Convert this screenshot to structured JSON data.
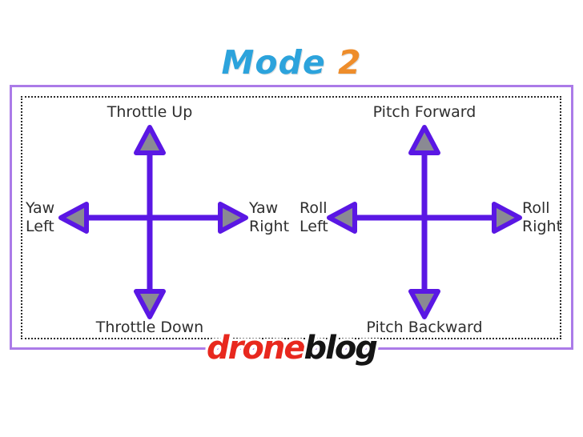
{
  "title": {
    "word": "Mode",
    "number": "2"
  },
  "sticks": [
    {
      "name": "left-stick",
      "up": "Throttle Up",
      "down": "Throttle Down",
      "left_line1": "Yaw",
      "left_line2": "Left",
      "right_line1": "Yaw",
      "right_line2": "Right"
    },
    {
      "name": "right-stick",
      "up": "Pitch Forward",
      "down": "Pitch Backward",
      "left_line1": "Roll",
      "left_line2": "Left",
      "right_line1": "Roll",
      "right_line2": "Right"
    }
  ],
  "logo": {
    "part1": "drone",
    "part2": "blog"
  },
  "colors": {
    "title_word": "#2ca3dc",
    "title_number": "#ee8d2b",
    "frame_border": "#ab7be8",
    "arrow": "#5a17e4",
    "arrowhead_fill": "#8a8a93",
    "label_text": "#2e2e2e",
    "logo_part1": "#e8281e",
    "logo_part2": "#151515"
  }
}
